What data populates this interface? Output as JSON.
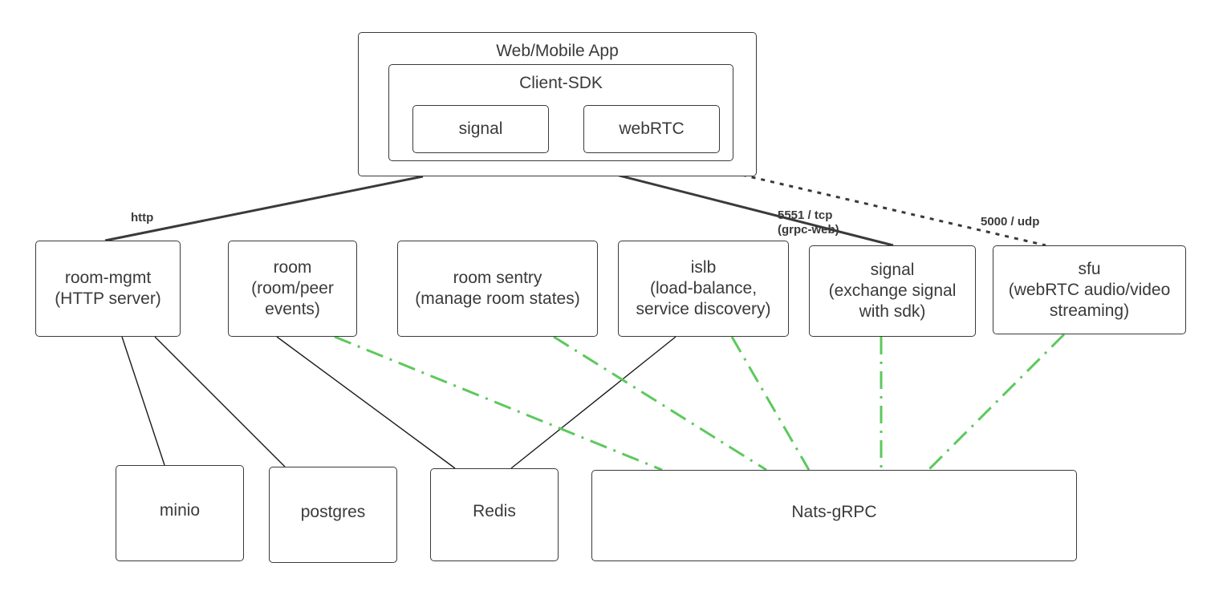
{
  "containers": {
    "app": "Web/Mobile App",
    "sdk": "Client-SDK"
  },
  "sdk_components": {
    "signal": "signal",
    "webrtc": "webRTC"
  },
  "services": {
    "room_mgmt": [
      "room-mgmt",
      "(HTTP server)"
    ],
    "room": [
      "room",
      "(room/peer",
      "events)"
    ],
    "room_sentry": [
      "room sentry",
      "(manage room states)"
    ],
    "islb": [
      "islb",
      "(load-balance,",
      "service discovery)"
    ],
    "signal": [
      "signal",
      "(exchange signal",
      "with sdk)"
    ],
    "sfu": [
      "sfu",
      "(webRTC audio/video",
      "streaming)"
    ]
  },
  "backends": {
    "minio": "minio",
    "postgres": "postgres",
    "redis": "Redis",
    "nats": "Nats-gRPC"
  },
  "edge_labels": {
    "http": "http",
    "tcp_line1": "5551 / tcp",
    "tcp_line2": "(grpc-web)",
    "udp": "5000 / udp"
  },
  "colors": {
    "line": "#3a3a3a",
    "nats_link": "#5cc95c"
  }
}
